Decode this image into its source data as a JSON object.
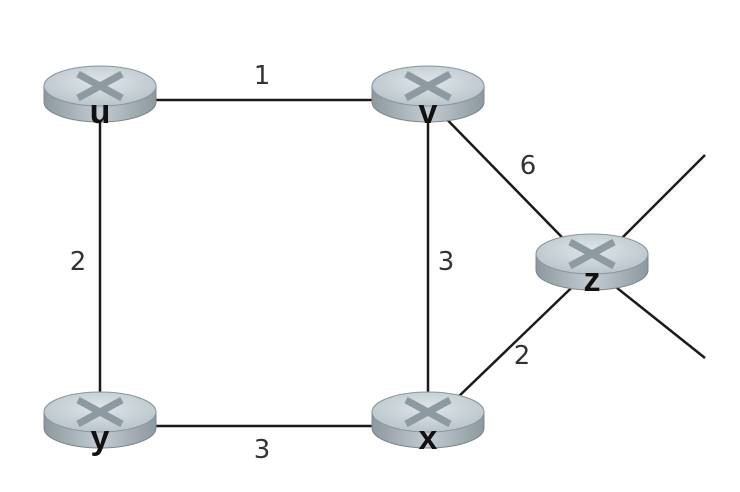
{
  "routers": [
    {
      "id": "u",
      "label": "u"
    },
    {
      "id": "v",
      "label": "v"
    },
    {
      "id": "y",
      "label": "y"
    },
    {
      "id": "x",
      "label": "x"
    },
    {
      "id": "z",
      "label": "z"
    }
  ],
  "links": [
    {
      "from": "u",
      "to": "v",
      "cost": "1"
    },
    {
      "from": "u",
      "to": "y",
      "cost": "2"
    },
    {
      "from": "v",
      "to": "x",
      "cost": "3"
    },
    {
      "from": "v",
      "to": "z",
      "cost": "6"
    },
    {
      "from": "x",
      "to": "z",
      "cost": "2"
    },
    {
      "from": "y",
      "to": "x",
      "cost": "3"
    }
  ],
  "colors": {
    "line": "#1a1a1a",
    "router_top": "#c9d3d9",
    "router_side": "#9aa6ae",
    "router_mark": "#8e9aa2"
  }
}
